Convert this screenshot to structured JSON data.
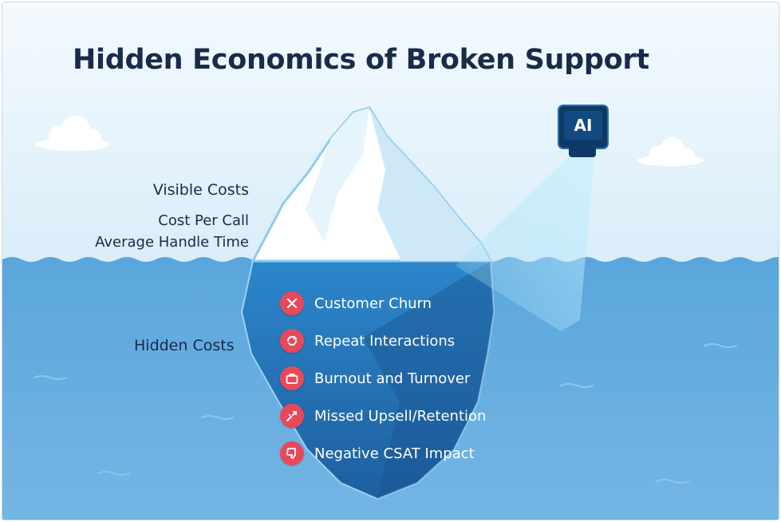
{
  "title": "Hidden Economics of Broken Support",
  "visible": {
    "heading": "Visible Costs",
    "items": [
      "Cost Per Call",
      "Average Handle Time"
    ]
  },
  "hidden": {
    "heading": "Hidden Costs",
    "items": [
      {
        "label": "Customer Churn",
        "icon": "x-mark-icon"
      },
      {
        "label": "Repeat Interactions",
        "icon": "refresh-icon"
      },
      {
        "label": "Burnout and Turnover",
        "icon": "briefcase-icon"
      },
      {
        "label": "Missed Upsell/Retention",
        "icon": "broken-arrow-icon"
      },
      {
        "label": "Negative CSAT Impact",
        "icon": "thumbs-down-icon"
      }
    ]
  },
  "ai_badge": "AI",
  "colors": {
    "sky": "#eaf5fc",
    "water": "#6fb3e3",
    "ice": "#d8eefb",
    "iceberg_underwater": "#2f7fc4",
    "icon_red": "#e8495a",
    "text_dark": "#1a2a4a"
  }
}
